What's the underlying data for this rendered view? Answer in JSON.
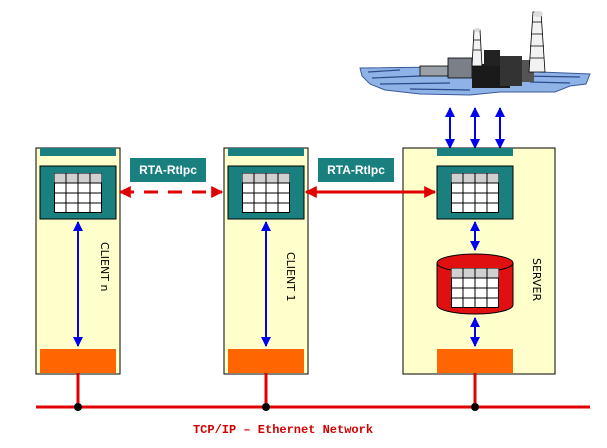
{
  "labels": {
    "link_left": "RTA-RtIpc",
    "link_right": "RTA-RtIpc",
    "client_n": "CLIENT    n",
    "client_1": "CLIENT 1",
    "server": "SERVER",
    "network": "TCP/IP – Ethernet Network"
  },
  "icons": {
    "plant": "industrial-plant-icon",
    "grid": "grid-table-icon",
    "database": "database-cylinder-icon"
  },
  "colors": {
    "panel_fill": "#ffffcc",
    "teal": "#1a7f7f",
    "orange": "#ff6600",
    "network_red": "#e00000",
    "arrow_blue": "#0000ee",
    "db_red": "#e01010"
  }
}
